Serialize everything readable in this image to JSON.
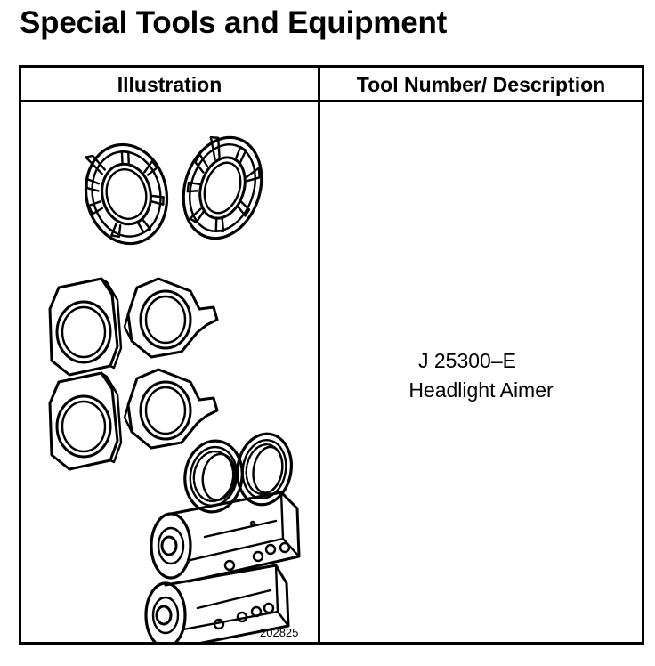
{
  "page": {
    "title": "Special Tools and Equipment"
  },
  "table": {
    "headers": {
      "illustration": "Illustration",
      "description": "Tool Number/ Description"
    },
    "rows": [
      {
        "illustration_icon": "headlight-aimer-kit-icon",
        "figure_number": "202825",
        "tool_number": "J 25300–E",
        "tool_name": "Headlight Aimer"
      }
    ]
  },
  "colors": {
    "ink": "#000000",
    "paper": "#ffffff"
  }
}
